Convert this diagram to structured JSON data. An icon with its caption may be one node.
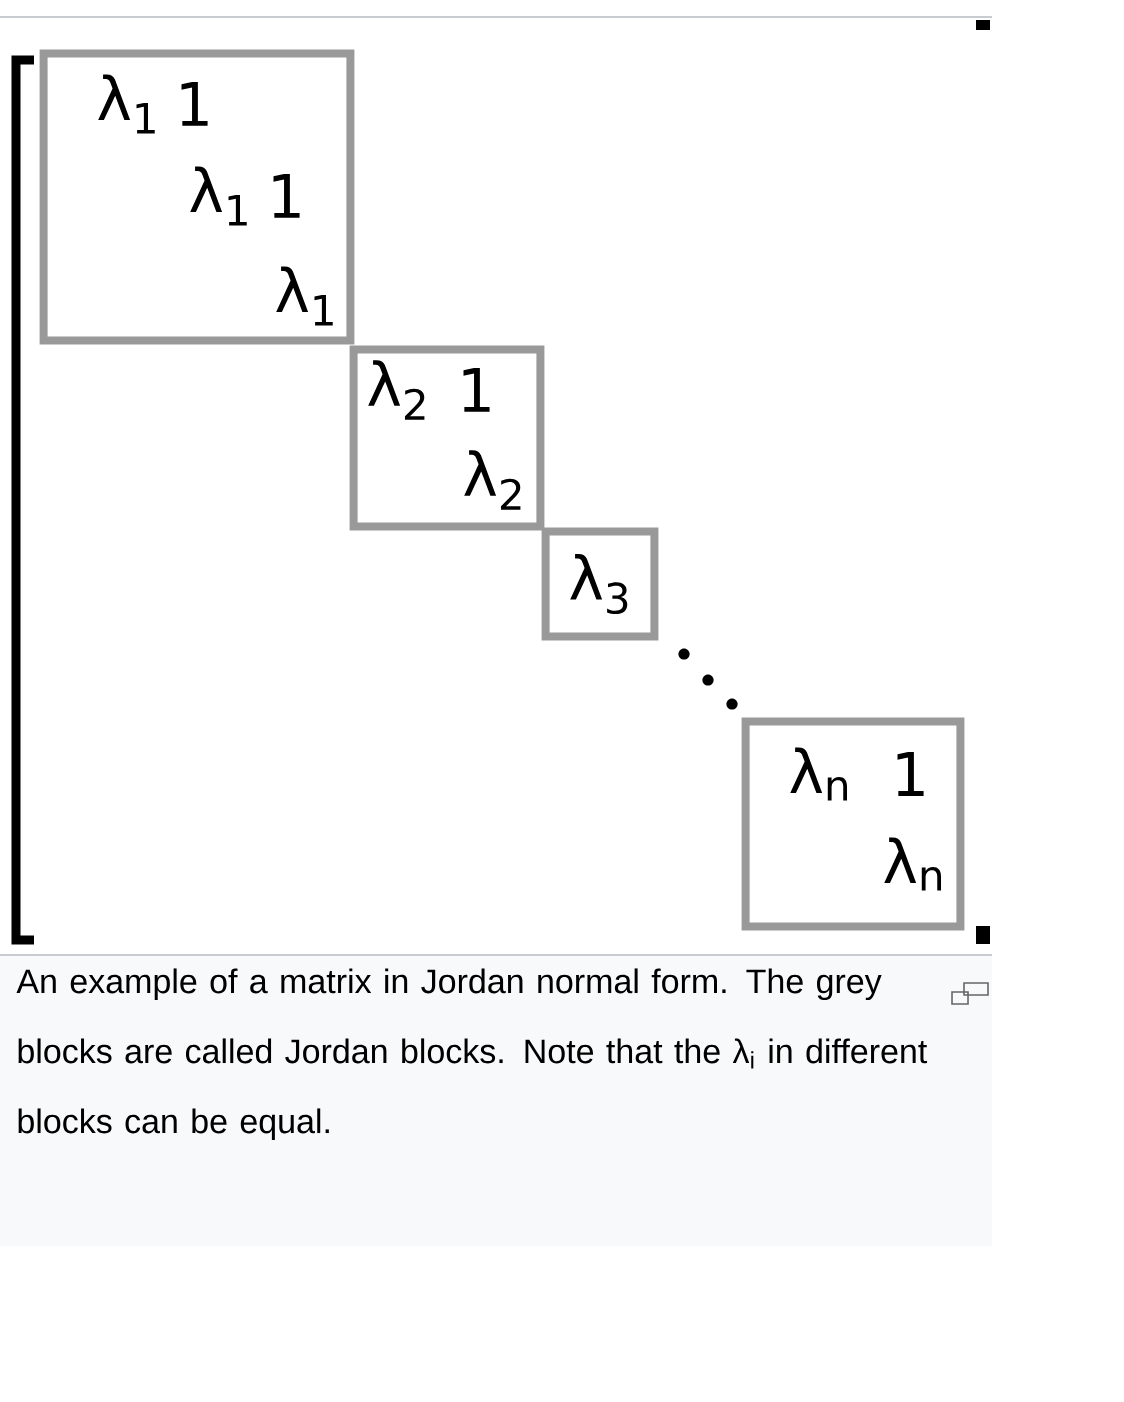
{
  "diagram": {
    "caption": "An example of a matrix in Jordan normal form. The grey blocks are called Jordan blocks. Note that the λ$_{i}$ in different blocks can be equal.",
    "nodes": [
      {
        "text": [
          "λ$_{1}$",
          "1",
          "λ$_{1}$",
          "1",
          "λ$_{1}$"
        ]
      },
      {
        "text": [
          "λ$_{2}$",
          "1",
          "λ$_{2}$"
        ]
      },
      {
        "text": [
          "λ$_{3}$"
        ]
      },
      {
        "text": [
          "λ$_{n}$",
          "1",
          "λ$_{n}$"
        ]
      }
    ]
  }
}
